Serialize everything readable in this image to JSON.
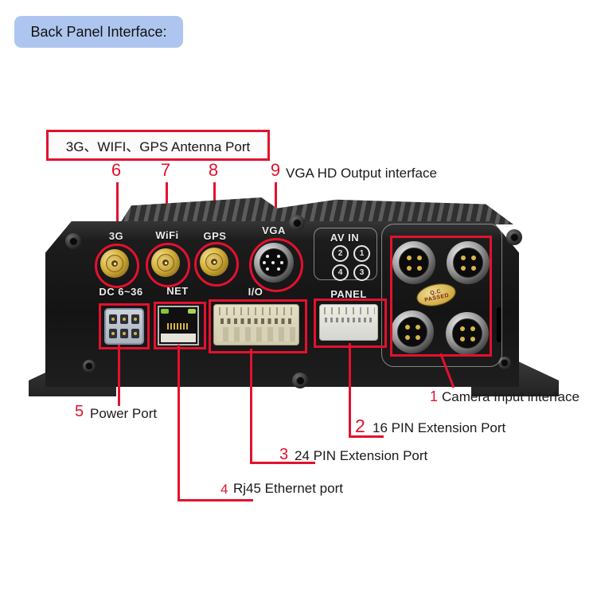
{
  "colors": {
    "callout_red": "#e3112e",
    "badge_bg": "#aec6ef",
    "device_body": "#161616",
    "gold": "#d4af37"
  },
  "badge": {
    "label": "Back Panel Interface:"
  },
  "antenna_callout": {
    "label": "3G、WIFI、GPS Antenna Port"
  },
  "top_callouts": {
    "n6": "6",
    "n7": "7",
    "n8": "8",
    "n9": "9",
    "vga_label": "VGA HD Output interface"
  },
  "bottom_callouts": {
    "n1": "1",
    "camera_label": "Camera Input interface",
    "n2": "2",
    "pin16_label": "16 PIN Extension Port",
    "n3": "3",
    "pin24_label": "24 PIN Extension Port",
    "n4": "4",
    "ethernet_label": "Rj45 Ethernet port",
    "n5": "5",
    "power_label": "Power Port"
  },
  "panel": {
    "labels": {
      "g3": "3G",
      "wifi": "WiFi",
      "gps": "GPS",
      "vga": "VGA",
      "av_in": "AV IN",
      "dc": "DC 6~36",
      "net": "NET",
      "io": "I/O",
      "panel": "PANEL"
    },
    "av_in_channels": [
      "2",
      "1",
      "4",
      "3"
    ],
    "qc": {
      "line1": "Q.C",
      "line2": "PASSED"
    }
  }
}
